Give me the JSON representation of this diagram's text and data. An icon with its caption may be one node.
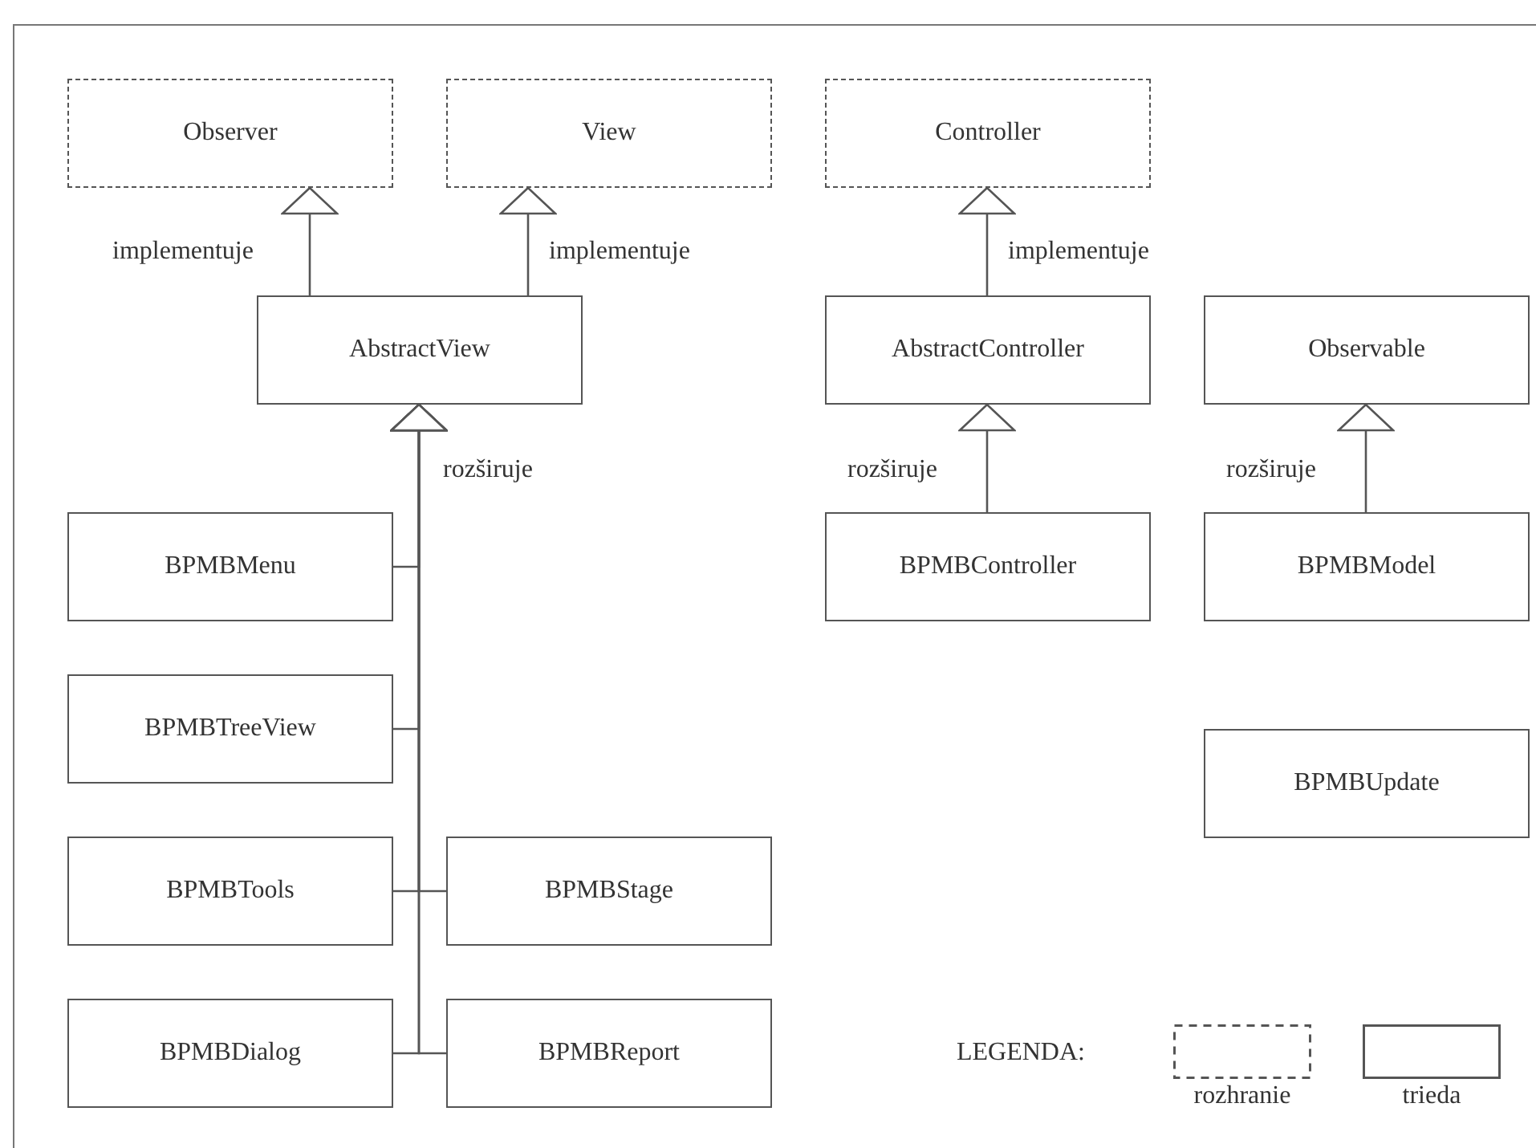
{
  "diagram": {
    "nodes": [
      {
        "text": [
          "Observer"
        ]
      },
      {
        "text": [
          "View"
        ]
      },
      {
        "text": [
          "Controller"
        ]
      },
      {
        "text": [
          "AbstractView"
        ]
      },
      {
        "text": [
          "AbstractController"
        ]
      },
      {
        "text": [
          "Observable"
        ]
      },
      {
        "text": [
          "BPMBMenu"
        ]
      },
      {
        "text": [
          "BPMBController"
        ]
      },
      {
        "text": [
          "BPMBModel"
        ]
      },
      {
        "text": [
          "BPMBTreeView"
        ]
      },
      {
        "text": [
          "BPMBUpdate"
        ]
      },
      {
        "text": [
          "BPMBTools"
        ]
      },
      {
        "text": [
          "BPMBStage"
        ]
      },
      {
        "text": [
          "BPMBDialog"
        ]
      },
      {
        "text": [
          "BPMBReport"
        ]
      }
    ],
    "edges": [
      {
        "from": 3,
        "to": 0,
        "arrow": "to",
        "label": "implementuje"
      },
      {
        "from": 3,
        "to": 1,
        "arrow": "to",
        "label": "implementuje"
      },
      {
        "from": 4,
        "to": 2,
        "arrow": "to",
        "label": "implementuje"
      },
      {
        "from": 7,
        "to": 4,
        "arrow": "to",
        "label": "rozširuje"
      },
      {
        "from": 8,
        "to": 5,
        "arrow": "to",
        "label": "rozširuje"
      },
      {
        "from": 6,
        "to": 3,
        "arrow": "to",
        "label": "rozširuje"
      },
      {
        "from": 9,
        "to": 3,
        "arrow": "to"
      },
      {
        "from": 11,
        "to": 3,
        "arrow": "to"
      },
      {
        "from": 12,
        "to": 3,
        "arrow": "to"
      },
      {
        "from": 13,
        "to": 3,
        "arrow": "to"
      },
      {
        "from": 14,
        "to": 3,
        "arrow": "to"
      }
    ],
    "labels": [
      "LEGENDA:"
    ],
    "legend": [
      {
        "text": "rozhranie"
      },
      {
        "text": "trieda"
      }
    ]
  }
}
